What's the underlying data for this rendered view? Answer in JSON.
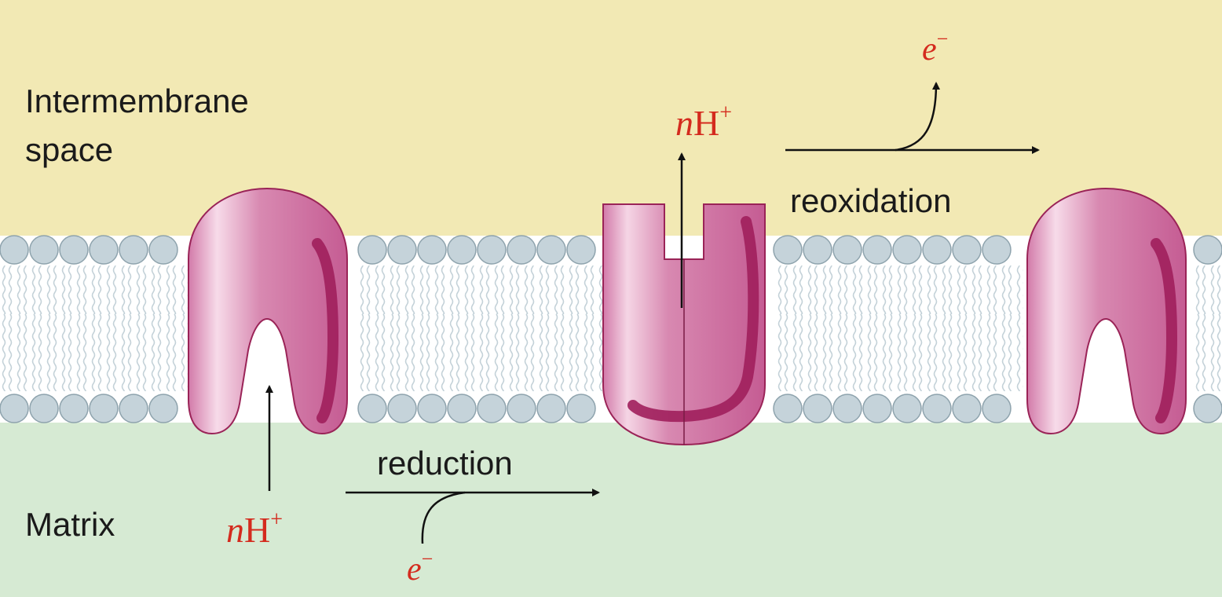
{
  "regions": {
    "intermembrane_label_line1": "Intermembrane",
    "intermembrane_label_line2": "space",
    "matrix_label": "Matrix"
  },
  "process_labels": {
    "reduction": "reduction",
    "reoxidation": "reoxidation"
  },
  "species": {
    "proton_coefficient": "n",
    "proton_symbol": "H",
    "proton_charge": "+",
    "electron_symbol": "e",
    "electron_charge": "−"
  },
  "colors": {
    "intermembrane": "#f2e9b4",
    "matrix": "#d6ead3",
    "protein": "#c9679b",
    "protein_dark": "#a01f5c",
    "lipid_head": "#c5d3da",
    "lipid_tail": "#c8d5dc",
    "red_text": "#d42b1e"
  }
}
